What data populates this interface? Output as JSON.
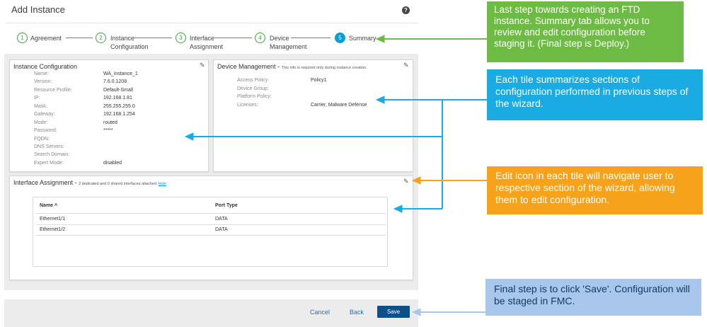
{
  "header": {
    "title": "Add Instance",
    "help_glyph": "?"
  },
  "steps": [
    {
      "num": "1",
      "label": "Agreement",
      "state": "done"
    },
    {
      "num": "2",
      "label": "Instance Configuration",
      "state": "done"
    },
    {
      "num": "3",
      "label": "Interface Assignment",
      "state": "done"
    },
    {
      "num": "4",
      "label": "Device Management",
      "state": "done"
    },
    {
      "num": "5",
      "label": "Summary",
      "state": "active"
    }
  ],
  "instance_config": {
    "title": "Instance Configuration",
    "fields": [
      {
        "label": "Name:",
        "value": "WA_instance_1"
      },
      {
        "label": "Version:",
        "value": "7.6.0.1208"
      },
      {
        "label": "Resource Profile:",
        "value": "Default-Small"
      },
      {
        "label": "IP:",
        "value": "192.168.1.81"
      },
      {
        "label": "Mask:",
        "value": "255.255.255.0"
      },
      {
        "label": "Gateway:",
        "value": "192.168.1.254"
      },
      {
        "label": "Mode:",
        "value": "routed"
      },
      {
        "label": "Password:",
        "value": "*****"
      },
      {
        "label": "FQDN:",
        "value": ""
      },
      {
        "label": "DNS Servers:",
        "value": ""
      },
      {
        "label": "Search Domain:",
        "value": ""
      },
      {
        "label": "Expert Mode:",
        "value": "disabled"
      }
    ]
  },
  "device_mgmt": {
    "title": "Device Management",
    "separator": "-",
    "note": "This info is required only during instance creation.",
    "fields": [
      {
        "label": "Access Policy:",
        "value": "Policy1"
      },
      {
        "label": "Device Group:",
        "value": ""
      },
      {
        "label": "Platform Policy:",
        "value": ""
      },
      {
        "label": "Licenses:",
        "value": "Carrier, Malware Defense"
      }
    ]
  },
  "interface_assignment": {
    "title": "Interface Assignment",
    "separator": "-",
    "note": "2 dedicated and 0 shared interfaces attached",
    "hide_link": "Hide",
    "columns": [
      "Name",
      "Port Type"
    ],
    "sort_glyph": "˄",
    "rows": [
      [
        "Ethernet1/1",
        "DATA"
      ],
      [
        "Ethernet1/2",
        "DATA"
      ]
    ]
  },
  "footer": {
    "cancel": "Cancel",
    "back": "Back",
    "save": "Save"
  },
  "icons": {
    "edit": "pencil-icon",
    "help": "help-icon"
  },
  "callouts": {
    "green": "Last step towards creating an FTD instance. Summary tab allows you to review and edit configuration before staging it.   (Final step is Deploy.)",
    "blue": "Each tile summarizes sections of configuration performed in previous steps of the wizard.",
    "orange": "Edit icon in each tile will navigate user to respective section of the wizard, allowing them to edit configuration.",
    "lightblue": "Final step is to click 'Save'. Configuration will be staged in FMC."
  },
  "colors": {
    "step_done": "#3fa142",
    "step_active": "#049fd9",
    "save_button": "#0d4f8b",
    "callout_green": "#6dbb45",
    "callout_blue": "#1aabe2",
    "callout_orange": "#f7a21b",
    "callout_lightblue": "#a9c7ec"
  }
}
